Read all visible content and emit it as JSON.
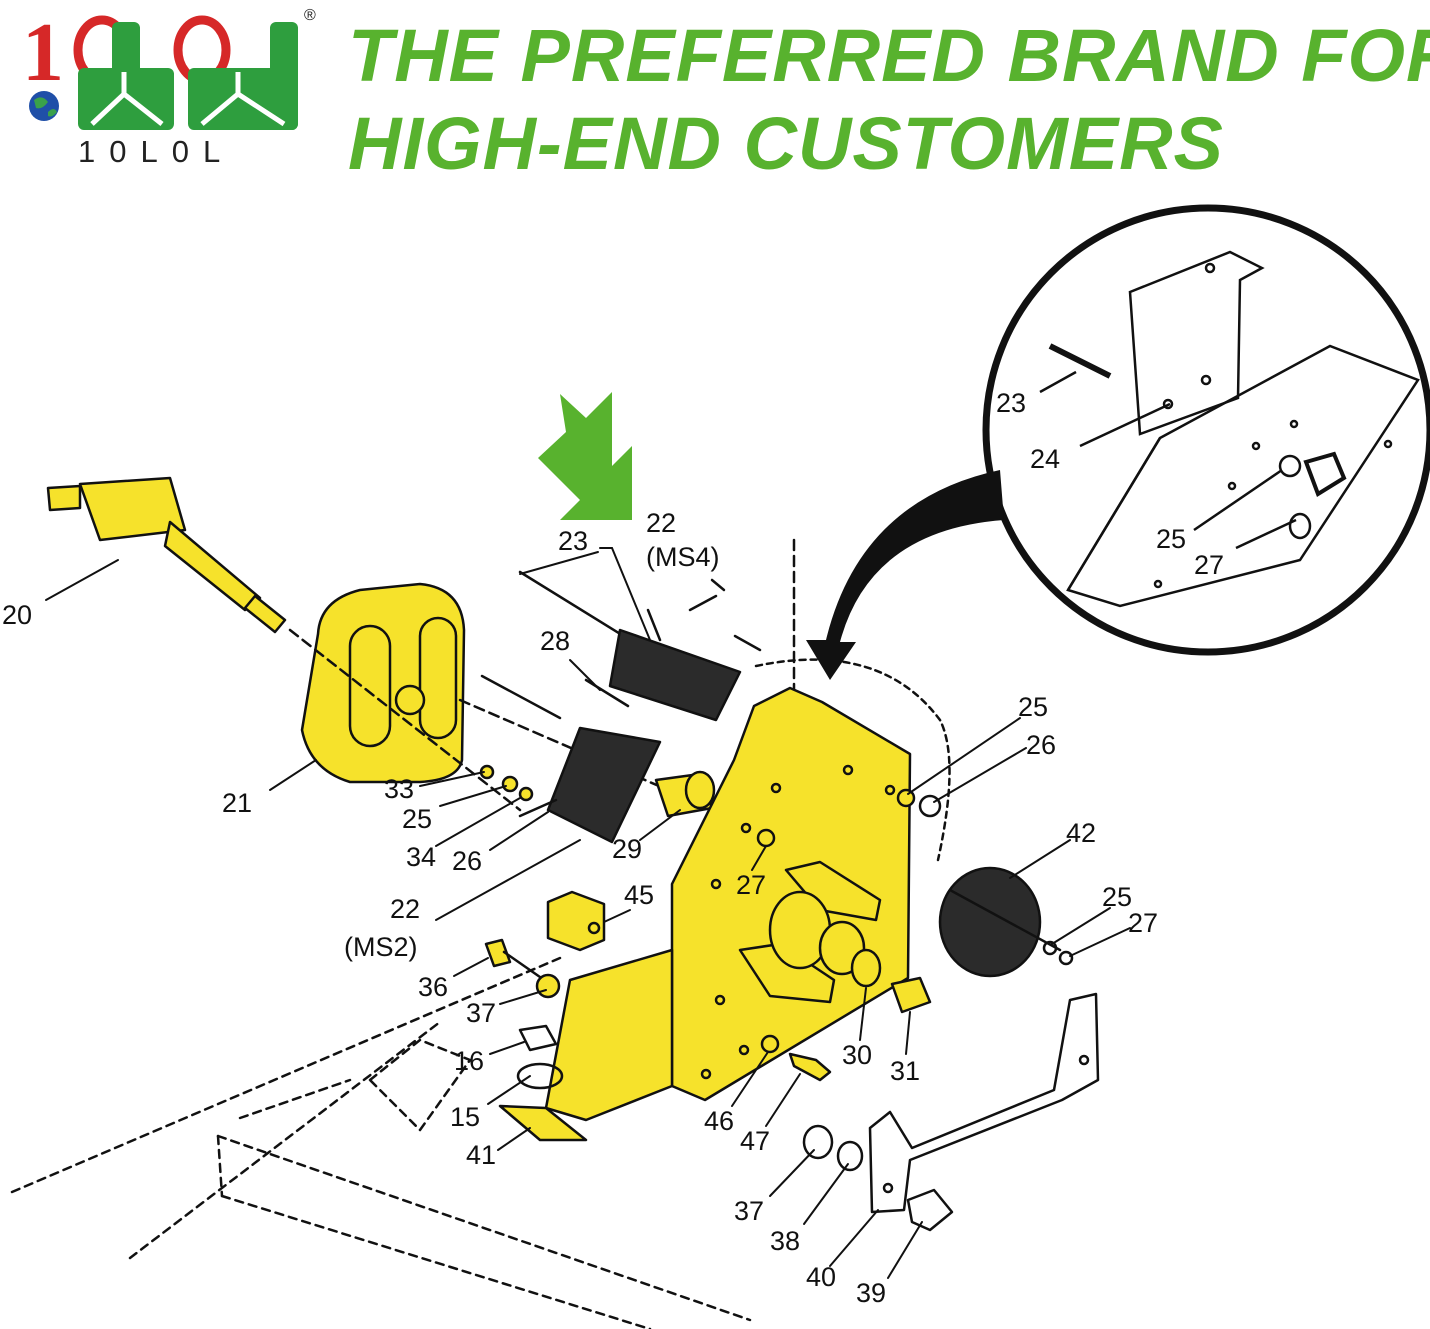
{
  "brand": {
    "logo_mark": "1OLOL",
    "logo_name": "10L0L",
    "registered_mark": "®",
    "headline_line1": "THE PREFERRED BRAND FOR",
    "headline_line2": "HIGH-END CUSTOMERS",
    "headline_color": "#58b22e",
    "logo_red": "#d62828",
    "logo_green": "#2e9e3e",
    "globe_icon": "globe-icon"
  },
  "diagram": {
    "highlight_color": "#f6e22b",
    "pointer_arrow_color": "#58b22e",
    "pointer_arrow_icon": "down-left-arrow-icon",
    "inset_icon": "magnifier-inset",
    "labels": [
      {
        "id": "20",
        "text": "20"
      },
      {
        "id": "21",
        "text": "21"
      },
      {
        "id": "22a",
        "text": "22"
      },
      {
        "id": "ms4",
        "text": "(MS4)"
      },
      {
        "id": "23a",
        "text": "23"
      },
      {
        "id": "28",
        "text": "28"
      },
      {
        "id": "33",
        "text": "33"
      },
      {
        "id": "25a",
        "text": "25"
      },
      {
        "id": "34",
        "text": "34"
      },
      {
        "id": "26a",
        "text": "26"
      },
      {
        "id": "29",
        "text": "29"
      },
      {
        "id": "22b",
        "text": "22"
      },
      {
        "id": "ms2",
        "text": "(MS2)"
      },
      {
        "id": "45",
        "text": "45"
      },
      {
        "id": "27a",
        "text": "27"
      },
      {
        "id": "36",
        "text": "36"
      },
      {
        "id": "37a",
        "text": "37"
      },
      {
        "id": "16",
        "text": "16"
      },
      {
        "id": "15",
        "text": "15"
      },
      {
        "id": "41",
        "text": "41"
      },
      {
        "id": "46",
        "text": "46"
      },
      {
        "id": "47",
        "text": "47"
      },
      {
        "id": "30",
        "text": "30"
      },
      {
        "id": "31",
        "text": "31"
      },
      {
        "id": "25b",
        "text": "25"
      },
      {
        "id": "26b",
        "text": "26"
      },
      {
        "id": "42",
        "text": "42"
      },
      {
        "id": "25c",
        "text": "25"
      },
      {
        "id": "27b",
        "text": "27"
      },
      {
        "id": "37b",
        "text": "37"
      },
      {
        "id": "38",
        "text": "38"
      },
      {
        "id": "40",
        "text": "40"
      },
      {
        "id": "39",
        "text": "39"
      },
      {
        "id": "23b",
        "text": "23"
      },
      {
        "id": "24",
        "text": "24"
      },
      {
        "id": "25d",
        "text": "25"
      },
      {
        "id": "27c",
        "text": "27"
      }
    ]
  }
}
